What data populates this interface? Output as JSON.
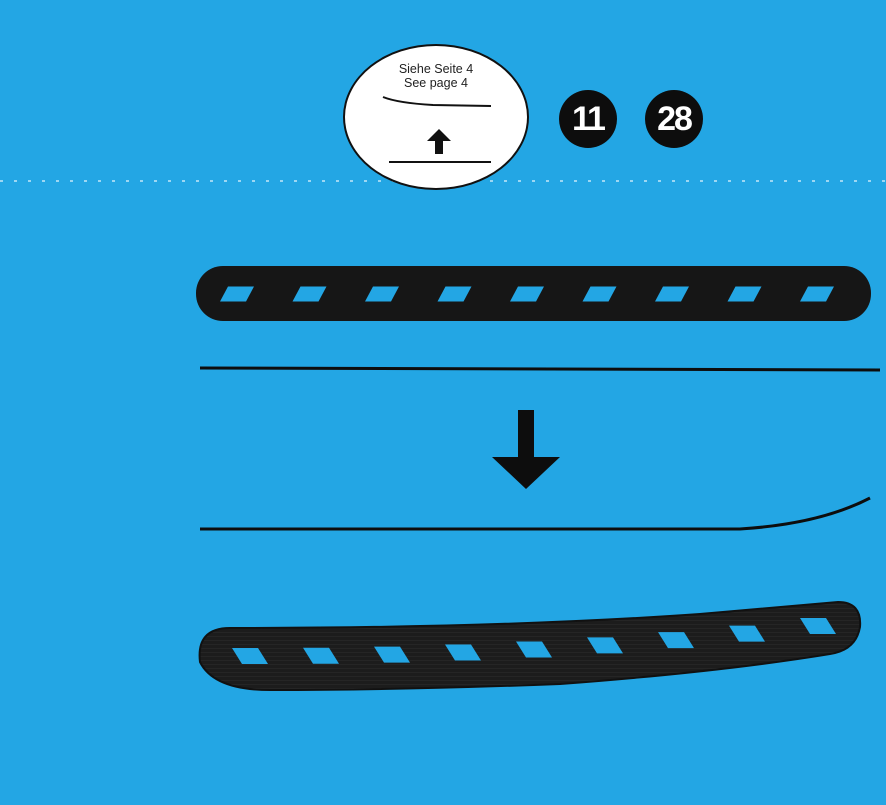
{
  "reference_note": {
    "line1": "Siehe Seite 4",
    "line2": "See page 4"
  },
  "part_badges": [
    "11",
    "28"
  ],
  "strap": {
    "slot_count_flat": 9,
    "slot_count_bent": 9
  },
  "colors": {
    "background": "#23a6e4",
    "ink": "#0d0d0d",
    "strap": "#1a1a1a"
  },
  "icons": {
    "up_arrow": "arrow-up-icon",
    "down_arrow": "arrow-down-icon"
  }
}
